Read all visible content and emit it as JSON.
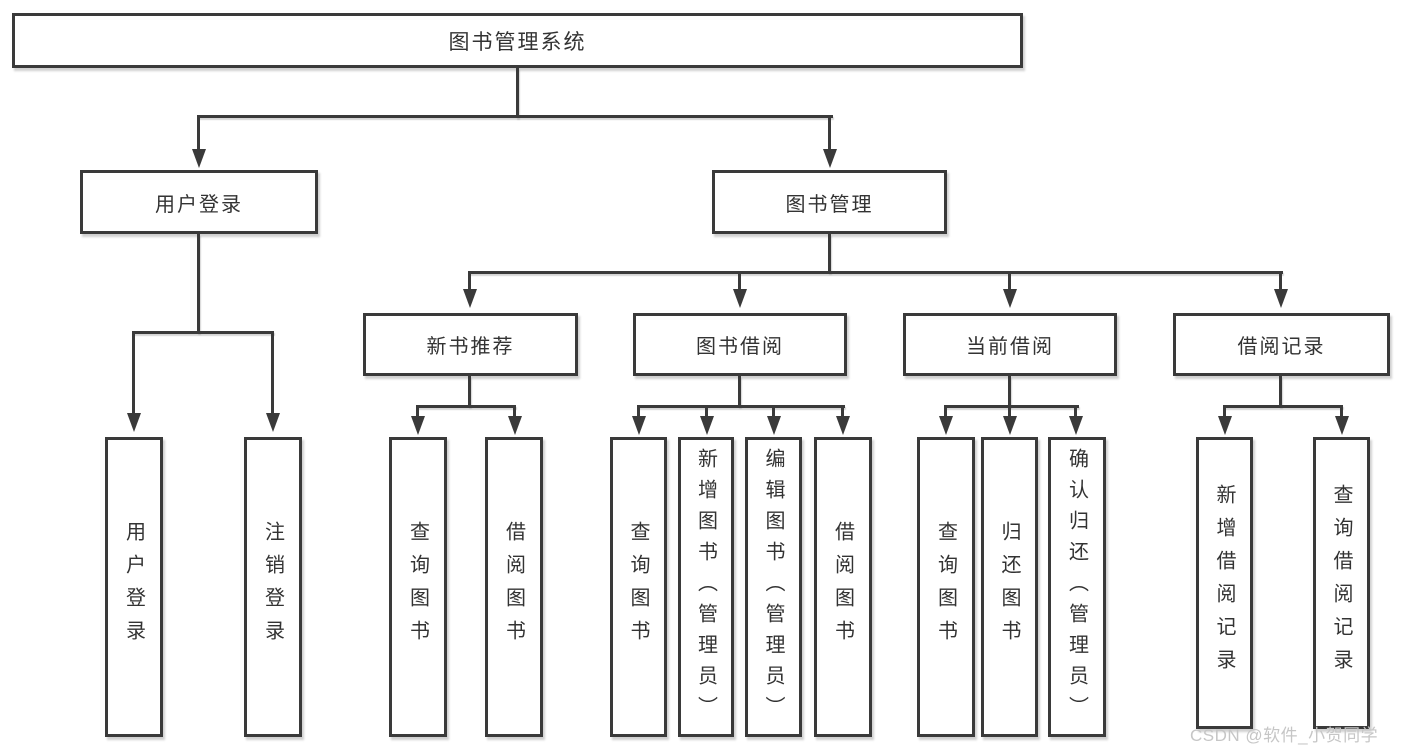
{
  "diagram": {
    "background": "#ffffff",
    "line_color": "#3a3a3a",
    "text_color": "#333333",
    "watermark": {
      "text": "CSDN @软件_小贺同学",
      "color": "#c6c6c6"
    }
  },
  "nodes": {
    "root": {
      "label": "图书管理系统"
    },
    "level2": [
      {
        "label": "用户登录"
      },
      {
        "label": "图书管理"
      }
    ],
    "level3": [
      {
        "label": "新书推荐"
      },
      {
        "label": "图书借阅"
      },
      {
        "label": "当前借阅"
      },
      {
        "label": "借阅记录"
      }
    ],
    "leaves": [
      {
        "label": "用户登录"
      },
      {
        "label": "注销登录"
      },
      {
        "label": "查询图书"
      },
      {
        "label": "借阅图书"
      },
      {
        "label": "查询图书"
      },
      {
        "label": "新增图书（管理员）"
      },
      {
        "label": "编辑图书（管理员）"
      },
      {
        "label": "借阅图书"
      },
      {
        "label": "查询图书"
      },
      {
        "label": "归还图书"
      },
      {
        "label": "确认归还（管理员）"
      },
      {
        "label": "新增借阅记录"
      },
      {
        "label": "查询借阅记录"
      }
    ]
  }
}
